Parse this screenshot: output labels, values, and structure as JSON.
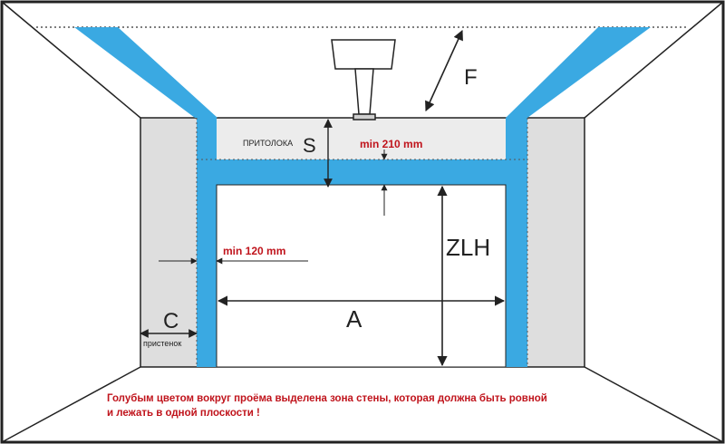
{
  "labels": {
    "F": "F",
    "S": "S",
    "lintel": "ПРИТОЛОКА",
    "min_top": "min 210 mm",
    "min_side": "min 120 mm",
    "ZLH": "ZLH",
    "A": "A",
    "C": "C",
    "side_wall": "пристенок"
  },
  "note": {
    "line1": "Голубым цветом вокруг проёма выделена зона стены, которая должна быть ровной",
    "line2": "и лежать в одной плоскости !"
  },
  "colors": {
    "wall_zone": "#3aa9e2",
    "wall_grey": "#dedede",
    "lines": "#222222",
    "note_red": "#c0141c"
  }
}
